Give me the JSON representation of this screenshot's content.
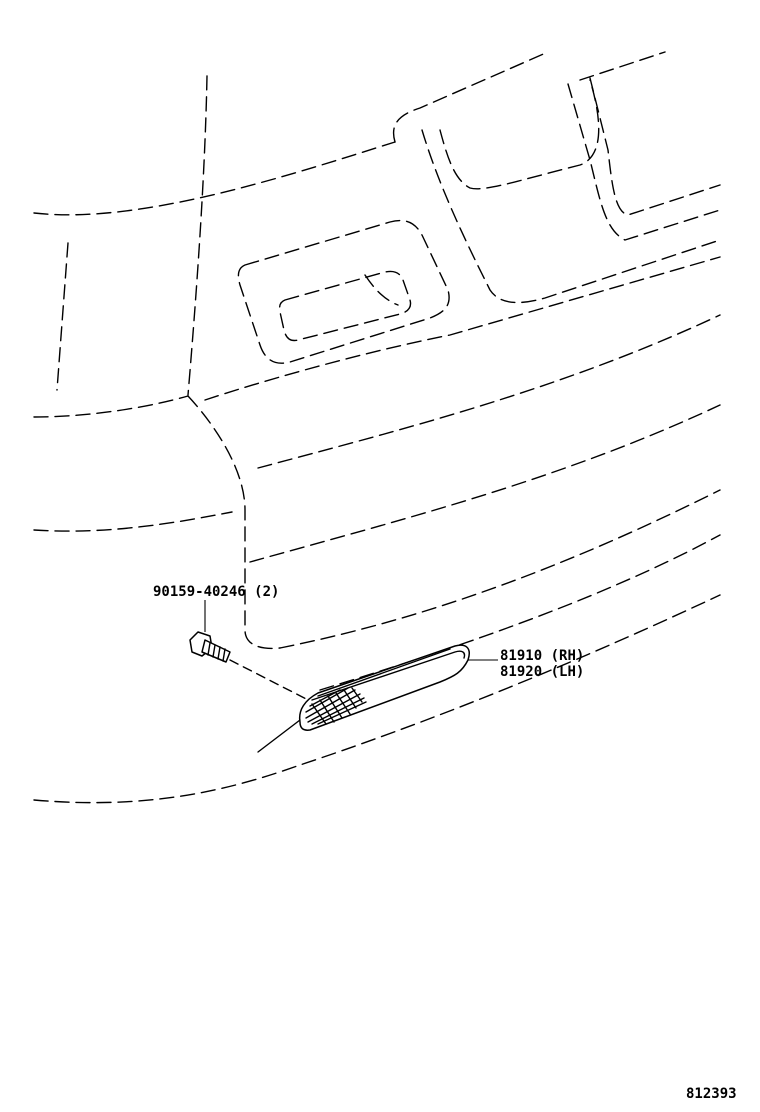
{
  "callouts": {
    "bolt": {
      "part_no": "90159-40246",
      "qty": "(2)"
    },
    "side_marker_rh": {
      "part_no": "81910",
      "side": "(RH)"
    },
    "side_marker_lh": {
      "part_no": "81920",
      "side": "(LH)"
    }
  },
  "illustration_id": "812393"
}
